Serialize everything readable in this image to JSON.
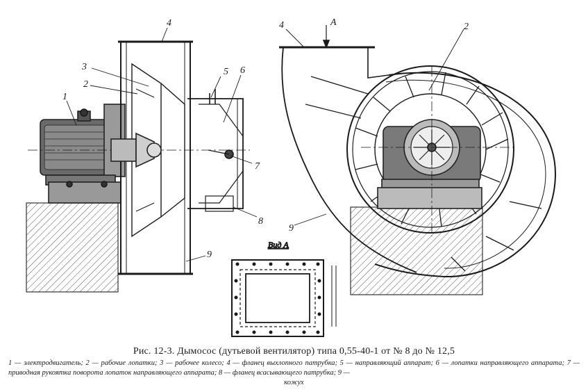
{
  "figure": {
    "callouts_left": [
      "1",
      "2",
      "3",
      "4",
      "5",
      "6",
      "7",
      "8",
      "9"
    ],
    "callouts_right": [
      "4",
      "A",
      "2",
      "9"
    ],
    "view_label": "Вид А"
  },
  "caption": {
    "title": "Рис. 12-3. Дымосос (дутьевой вентилятор) типа 0,55-40-1 от № 8 до № 12,5",
    "legend_main": "1 — электродвигатель; 2 — рабочие лопатки; 3 — рабочее колесо; 4 — фланец выхлопного патрубка; 5 — направляющий аппарат; 6 — лопатки направляющего аппарата; 7 — приводная рукоятка поворота лопаток направляющего аппарата; 8 — фланец всасывающего патрубка; 9 —",
    "legend_tail": "кожух"
  }
}
